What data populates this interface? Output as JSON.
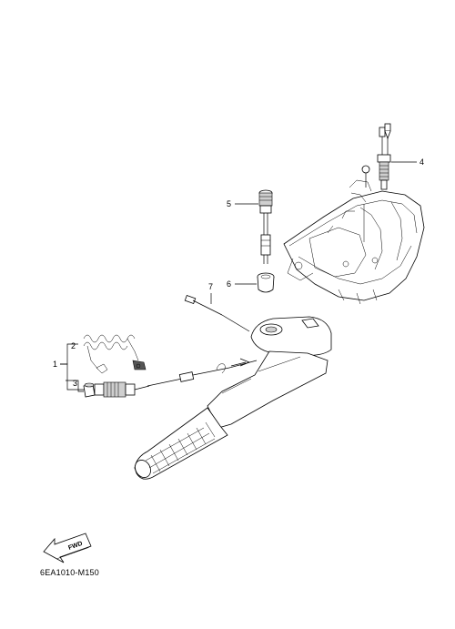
{
  "callouts": [
    {
      "id": "1",
      "label": "1"
    },
    {
      "id": "2",
      "label": "2"
    },
    {
      "id": "3",
      "label": "3"
    },
    {
      "id": "4",
      "label": "4"
    },
    {
      "id": "5",
      "label": "5"
    },
    {
      "id": "6",
      "label": "6"
    },
    {
      "id": "7",
      "label": "7"
    }
  ],
  "fwd_label": "FWD",
  "diagram_code": "6EA1010-M150"
}
